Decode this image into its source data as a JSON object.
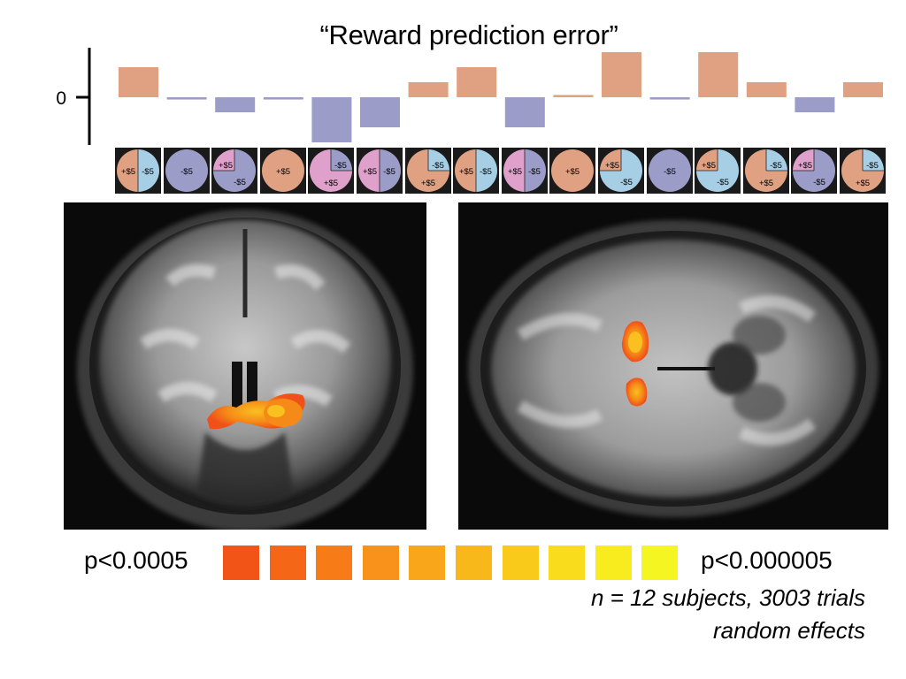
{
  "figure": {
    "title": "“Reward prediction error”",
    "note_line1": "n = 12 subjects, 3003 trials",
    "note_line2": "random effects"
  },
  "colors": {
    "positive": "#e0a082",
    "negative": "#9b9dc8",
    "gain": "#e0a082",
    "loss": "#a6cfe6",
    "pink": "#e0a0cc",
    "lavender": "#9b9dc8",
    "frame": "#1a1a1a"
  },
  "chart_data": {
    "type": "bar",
    "title": "“Reward prediction error”",
    "yticks": [
      {
        "value": 0,
        "label": "0"
      }
    ],
    "ylim": [
      -3,
      3
    ],
    "values": [
      2,
      -0.15,
      -1,
      -0.15,
      -3,
      -2,
      1,
      2,
      -2,
      0.15,
      3,
      -0.15,
      3,
      1,
      -1,
      1
    ],
    "categories": [
      {
        "labels": [
          "+$5",
          "-$5"
        ]
      },
      {
        "labels": [
          "-$5"
        ]
      },
      {
        "labels": [
          "+$5",
          "-$5"
        ]
      },
      {
        "labels": [
          "+$5"
        ]
      },
      {
        "labels": [
          "-$5",
          "+$5"
        ]
      },
      {
        "labels": [
          "+$5",
          "-$5"
        ]
      },
      {
        "labels": [
          "-$5",
          "+$5"
        ]
      },
      {
        "labels": [
          "+$5",
          "-$5"
        ]
      },
      {
        "labels": [
          "+$5",
          "-$5"
        ]
      },
      {
        "labels": [
          "+$5"
        ]
      },
      {
        "labels": [
          "+$5",
          "-$5"
        ]
      },
      {
        "labels": [
          "-$5"
        ]
      },
      {
        "labels": [
          "+$5",
          "-$5"
        ]
      },
      {
        "labels": [
          "-$5",
          "+$5"
        ]
      },
      {
        "labels": [
          "+$5",
          "-$5"
        ]
      },
      {
        "labels": [
          "-$5",
          "+$5"
        ]
      }
    ]
  },
  "significance_scale": {
    "low_label": "p<0.0005",
    "high_label": "p<0.000005",
    "colors": [
      "#f25418",
      "#f56716",
      "#f77c18",
      "#f8921a",
      "#f9a61b",
      "#f9b81a",
      "#f9ca19",
      "#f9dc1b",
      "#f8ec1f",
      "#f5f521"
    ]
  },
  "images": {
    "coronal": {
      "label": "coronal brain slice"
    },
    "axial": {
      "label": "axial brain slice"
    }
  }
}
